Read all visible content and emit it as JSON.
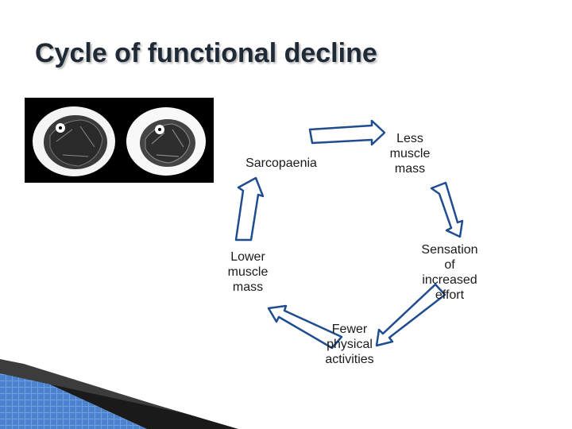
{
  "slide": {
    "title": "Cycle of functional decline"
  },
  "cycle": {
    "nodes": [
      {
        "id": "sarcopaenia",
        "text": "Sarcopaenia"
      },
      {
        "id": "less-muscle-mass",
        "text": "Less\nmuscle\nmass"
      },
      {
        "id": "sensation-of-increased-effort",
        "text": "Sensation\nof\nincreased\neffort"
      },
      {
        "id": "fewer-physical-activities",
        "text": "Fewer\nphysical\nactivities"
      },
      {
        "id": "lower-muscle-mass",
        "text": "Lower\nmuscle\nmass"
      }
    ]
  },
  "colors": {
    "title": "#1f2a36",
    "arrow_outline": "#1f4d8f",
    "arrow_fill": "#ffffff",
    "decor_blue": "#5b8fd6",
    "decor_dark": "#111111"
  }
}
